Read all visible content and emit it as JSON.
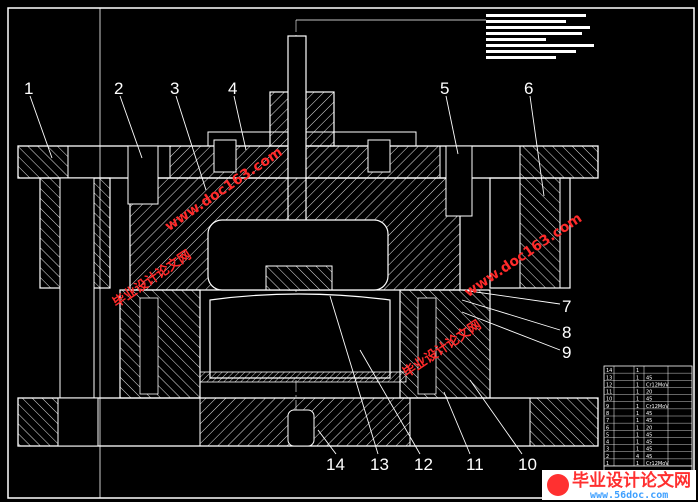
{
  "part_labels": {
    "p1": "1",
    "p2": "2",
    "p3": "3",
    "p4": "4",
    "p5": "5",
    "p6": "6",
    "p7": "7",
    "p8": "8",
    "p9": "9",
    "p10": "10",
    "p11": "11",
    "p12": "12",
    "p13": "13",
    "p14": "14"
  },
  "watermark": {
    "url": "www.doc163.com",
    "brand": "毕业设计论文网"
  },
  "logo": {
    "text": "毕业设计论文网",
    "url": "www.56doc.com"
  },
  "parts_table": {
    "rows": [
      {
        "no": "14",
        "qty": "1",
        "material": ""
      },
      {
        "no": "13",
        "qty": "1",
        "material": "45"
      },
      {
        "no": "12",
        "qty": "1",
        "material": "Cr12MoV"
      },
      {
        "no": "11",
        "qty": "1",
        "material": "20"
      },
      {
        "no": "10",
        "qty": "1",
        "material": "45"
      },
      {
        "no": "9",
        "qty": "1",
        "material": "Cr12MoV"
      },
      {
        "no": "8",
        "qty": "1",
        "material": "45"
      },
      {
        "no": "7",
        "qty": "1",
        "material": "45"
      },
      {
        "no": "6",
        "qty": "1",
        "material": "20"
      },
      {
        "no": "5",
        "qty": "1",
        "material": "45"
      },
      {
        "no": "4",
        "qty": "1",
        "material": "45"
      },
      {
        "no": "3",
        "qty": "1",
        "material": "45"
      },
      {
        "no": "2",
        "qty": "4",
        "material": "45"
      },
      {
        "no": "1",
        "qty": "1",
        "material": "Cr12MoV"
      }
    ]
  },
  "colors": {
    "line": "#ffffff",
    "hatch": "#ffffff",
    "watermark": "#ff2a2a",
    "logo_url": "#3fa0ff"
  }
}
